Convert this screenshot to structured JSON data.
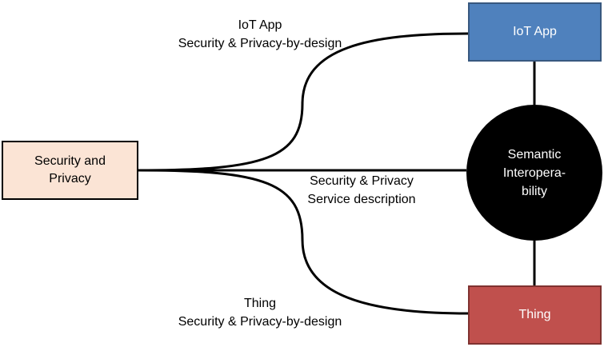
{
  "nodes": {
    "security_privacy": {
      "lines": [
        "Security and",
        "Privacy"
      ],
      "fill": "#fbe4d5"
    },
    "iot_app": {
      "label": "IoT App",
      "fill": "#4f81bd"
    },
    "semantic": {
      "lines": [
        "Semantic",
        "Interopera-",
        "bility"
      ],
      "fill": "#000000"
    },
    "thing": {
      "label": "Thing",
      "fill": "#c0504d"
    }
  },
  "edge_labels": {
    "iot_app": [
      "IoT App",
      "Security & Privacy-by-design"
    ],
    "service": [
      "Security & Privacy",
      "Service description"
    ],
    "thing": [
      "Thing",
      "Security & Privacy-by-design"
    ]
  }
}
